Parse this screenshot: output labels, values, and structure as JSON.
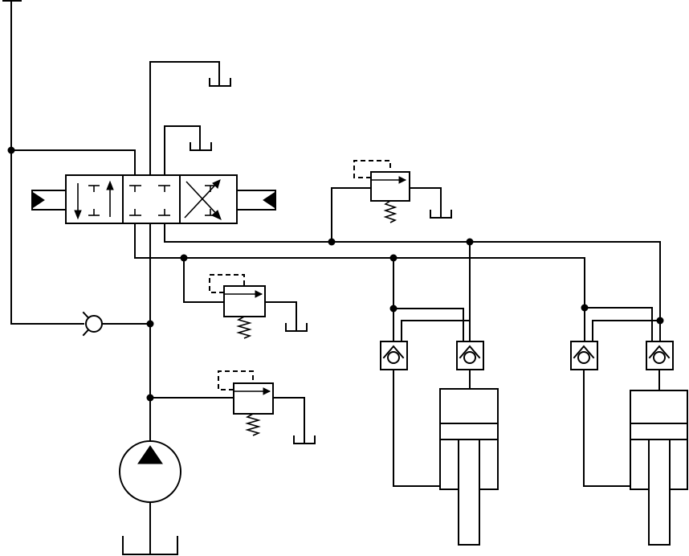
{
  "diagram": {
    "type": "hydraulic-schematic",
    "colors": {
      "line": "#000000",
      "background": "#ffffff"
    },
    "components": [
      "hydraulic-pump",
      "reservoir-tank",
      "check-valve",
      "directional-control-valve-3-position",
      "solenoid-actuator-left",
      "solenoid-actuator-right",
      "pressure-relief-valve-main",
      "pressure-reducing-valve-1",
      "pressure-reducing-valve-2",
      "pilot-check-valve-1",
      "pilot-check-valve-2",
      "pilot-check-valve-3",
      "pilot-check-valve-4",
      "hydraulic-cylinder-1",
      "hydraulic-cylinder-2"
    ]
  }
}
